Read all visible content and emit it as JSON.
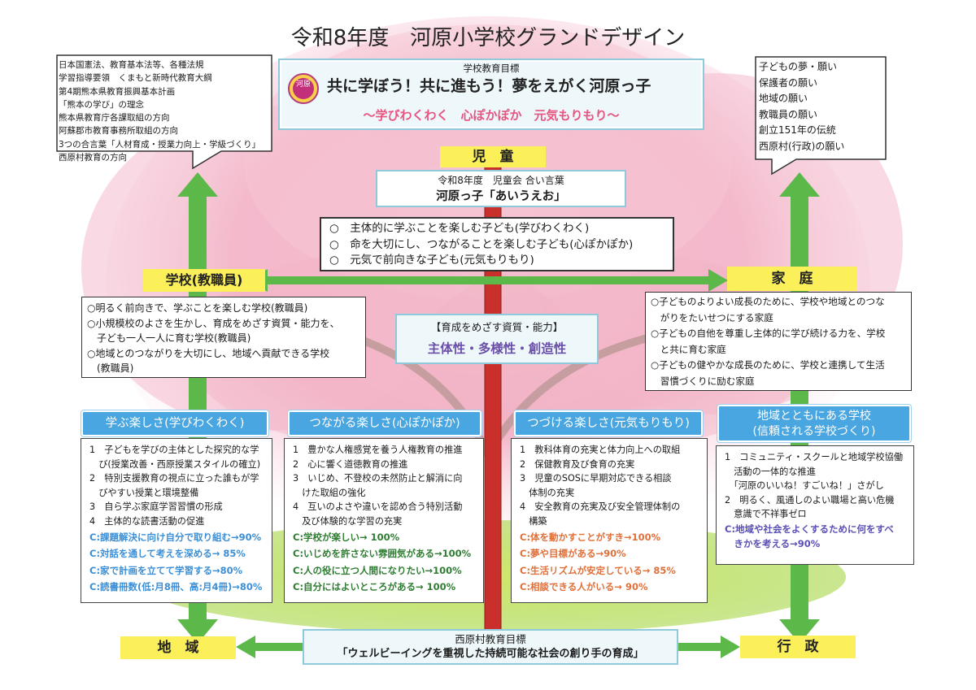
{
  "page_title": "令和8年度　河原小学校グランドデザイン",
  "colors": {
    "arrow_green": "#5db84a",
    "trunk_red": "#c9302c",
    "label_yellow": "#fbef5a",
    "tab_blue": "#4aa6e0",
    "purple_text": "#6a4ea8",
    "pink_text": "#e8537f"
  },
  "school_goal": {
    "label": "学校教育目標",
    "emblem_text": "河原",
    "title": "共に学ぼう！共に進もう！夢をえがく河原っ子",
    "subtitle": "～学びわくわく　心ぽかぽか　元気もりもり～"
  },
  "left_laws": [
    "日本国憲法、教育基本法等、各種法規",
    "学習指導要領　くまもと新時代教育大綱",
    "第4期熊本県教育振興基本計画",
    "「熊本の学び」の理念",
    "熊本県教育庁各課取組の方向",
    "阿蘇郡市教育事務所取組の方向",
    "3つの合言葉「人材育成・授業力向上・学級づくり」",
    "西原村教育の方向"
  ],
  "right_wishes": [
    "子どもの夢・願い",
    "保護者の願い",
    "地域の願い",
    "教職員の願い",
    "創立151年の伝統",
    "西原村(行政)の願い"
  ],
  "jidou_label": "児　童",
  "motto": {
    "line1": "令和8年度　児童会 合い言葉",
    "line2": "河原っ子「あいうえお」"
  },
  "children_goals": [
    "○　主体的に学ぶことを楽しむ子ども(学びわくわく)",
    "○　命を大切にし、つながることを楽しむ子ども(心ぽかぽか)",
    "○　元気で前向きな子ども(元気もりもり)"
  ],
  "gakko_label": "学校(教職員)",
  "katei_label": "家　庭",
  "chiiki_label": "地　域",
  "gyosei_label": "行　政",
  "school_box": [
    "○明るく前向きで、学ぶことを楽しむ学校(教職員)",
    "○小規模校のよさを生かし、育成をめざす資質・能力を、",
    "　子ども一人一人に育む学校(教職員)",
    "○地域とのつながりを大切にし、地域へ貢献できる学校",
    "　(教職員)"
  ],
  "family_box": [
    "○子どものよりよい成長のために、学校や地域とのつな",
    "　がりをたいせつにする家庭",
    "○子どもの自他を尊重し主体的に学び続ける力を、学校",
    "　と共に育む家庭",
    "○子どもの健やかな成長のために、学校と連携して生活",
    "　習慣づくりに励む家庭"
  ],
  "competency": {
    "heading": "【育成をめざす資質・能力】",
    "value": "主体性・多様性・創造性"
  },
  "columns": [
    {
      "tab": "学ぶ楽しさ(学びわくわく)",
      "items": [
        "1　子どもを学びの主体とした探究的な学",
        "　び(授業改善・西原授業スタイルの確立)",
        "2　特別支援教育の視点に立った誰もが学",
        "　びやすい授業と環境整備",
        "3　自ら学ぶ家庭学習習慣の形成",
        "4　主体的な読書活動の促進"
      ],
      "c_color": "#3c8fd6",
      "c_items": [
        "C:課題解決に向け自分で取り組む→90%",
        "C:対話を通して考えを深める→ 85%",
        "C:家で計画を立てて学習する→80%",
        "C:読書冊数(低:月8冊、高:月4冊)→80%"
      ]
    },
    {
      "tab": "つながる楽しさ(心ぽかぽか)",
      "items": [
        "1　豊かな人権感覚を養う人権教育の推進",
        "2　心に響く道徳教育の推進",
        "3　いじめ、不登校の未然防止と解消に向",
        "　けた取組の強化",
        "4　互いのよさや違いを認め合う特別活動",
        "　及び体験的な学習の充実"
      ],
      "c_color": "#2f7d32",
      "c_items": [
        "C:学校が楽しい→ 100%",
        "C:いじめを許さない雰囲気がある→100%",
        "C:人の役に立つ人間になりたい→100%",
        "C:自分にはよいところがある→ 100%"
      ]
    },
    {
      "tab": "つづける楽しさ(元気もりもり)",
      "items": [
        "1　教科体育の充実と体力向上への取組",
        "2　保健教育及び食育の充実",
        "3　児童のSOSに早期対応できる相談",
        "　体制の充実",
        "4　安全教育の充実及び安全管理体制の",
        "　構築"
      ],
      "c_color": "#e0703a",
      "c_items": [
        "C:体を動かすことがすき→100%",
        "C:夢や目標がある→90%",
        "C:生活リズムが安定している→ 85%",
        "C:相談できる人がいる→ 90%"
      ]
    },
    {
      "tab": "地域とともにある学校\n(信頼される学校づくり)",
      "items": [
        "1　コミュニティ・スクールと地域学校協働",
        "　活動の一体的な推進",
        "　「河原のいいね！すごいね！」さがし",
        "2　明るく、風通しのよい職場と高い危機",
        "　意識で不祥事ゼロ"
      ],
      "c_color": "#5a50b5",
      "c_items": [
        "C:地域や社会をよくするために何をすべ",
        "　きかを考える→90%"
      ]
    }
  ],
  "village_goal": {
    "label": "西原村教育目標",
    "text": "「ウェルビーイングを重視した持続可能な社会の創り手の育成」"
  }
}
